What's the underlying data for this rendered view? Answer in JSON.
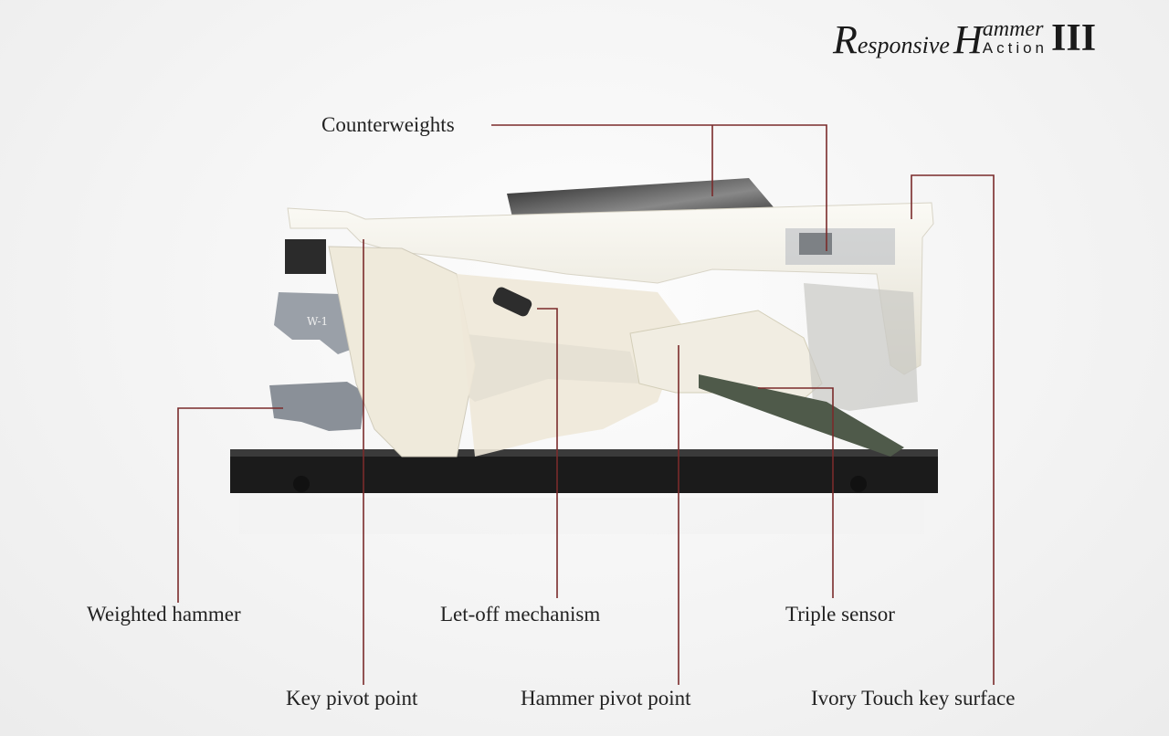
{
  "logo": {
    "r": "R",
    "esponsive": "esponsive",
    "h": "H",
    "ammer": "ammer",
    "action": "Action",
    "roman": "III"
  },
  "callouts": {
    "counterweights": "Counterweights",
    "weighted_hammer": "Weighted hammer",
    "let_off": "Let-off mechanism",
    "triple_sensor": "Triple sensor",
    "key_pivot": "Key pivot point",
    "hammer_pivot": "Hammer pivot point",
    "ivory_touch": "Ivory Touch key surface"
  },
  "hammer_marks": {
    "upper": "W-1"
  },
  "colors": {
    "callout_line": "#7a2b2b",
    "base": "#1b1b1b",
    "key": "#f4f2ea"
  }
}
